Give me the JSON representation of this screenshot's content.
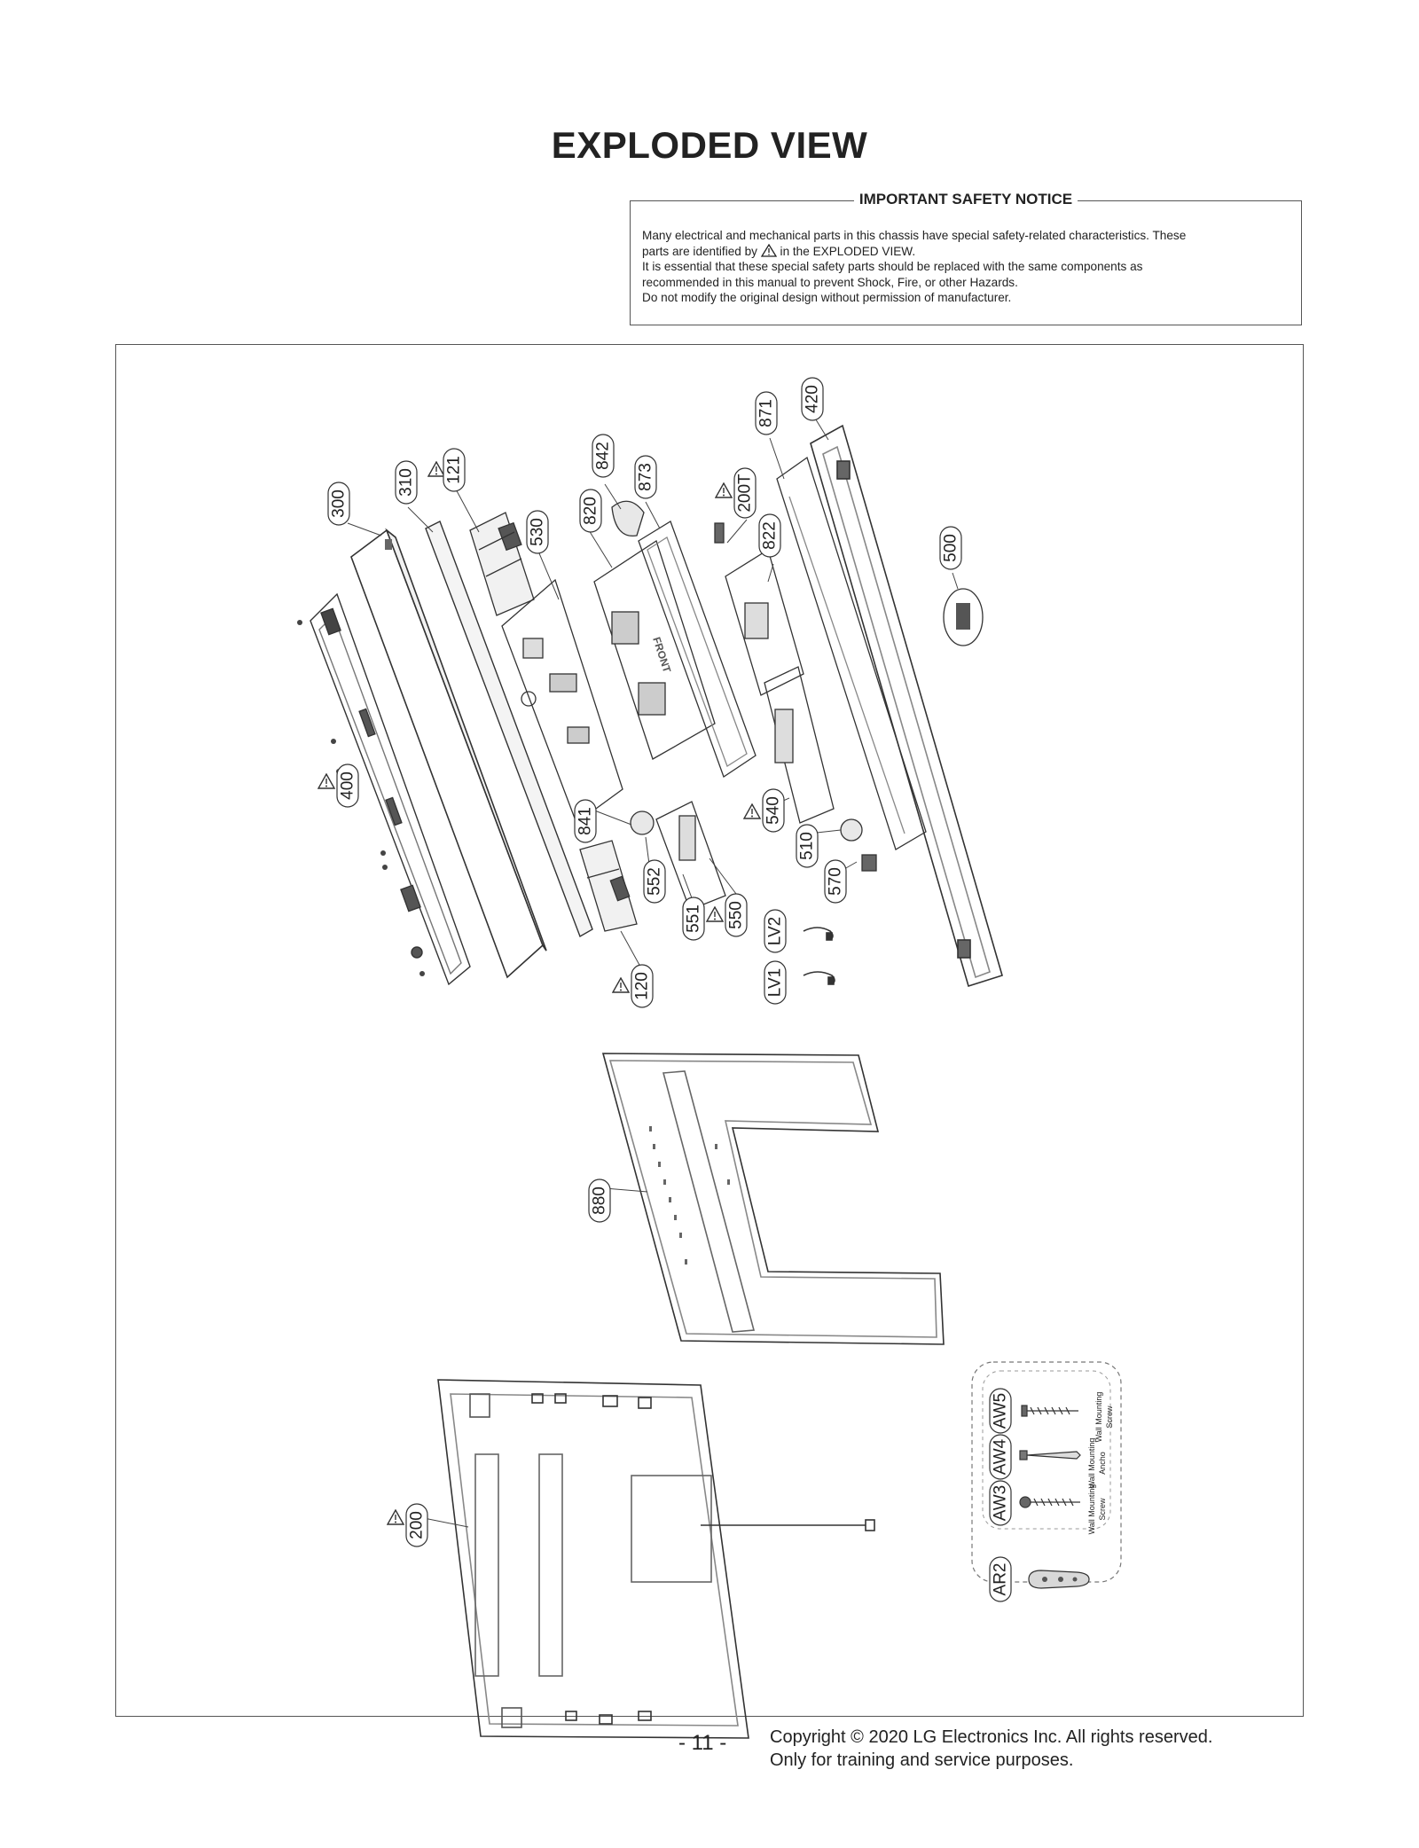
{
  "title": "EXPLODED VIEW",
  "notice": {
    "heading": "IMPORTANT SAFETY NOTICE",
    "line1": "Many electrical and mechanical parts in this chassis have special safety-related characteristics. These",
    "line2a": "parts are identified by",
    "line2b": "in the EXPLODED VIEW.",
    "line3": "It is essential that these special safety parts should be replaced with the same components as",
    "line4": "recommended in this manual to prevent Shock, Fire, or other Hazards.",
    "line5": "Do not modify the original design without permission of manufacturer."
  },
  "callouts": {
    "c300": "300",
    "c310": "310",
    "c121": "121",
    "c530": "530",
    "c820": "820",
    "c842": "842",
    "c873": "873",
    "c200T": "200T",
    "c822": "822",
    "c871": "871",
    "c420": "420",
    "c500": "500",
    "c400": "400",
    "c841": "841",
    "c552": "552",
    "c551": "551",
    "c550": "550",
    "c540": "540",
    "c510": "510",
    "c570": "570",
    "cLV2": "LV2",
    "cLV1": "LV1",
    "c120": "120",
    "c880": "880",
    "c200": "200",
    "cAW5": "AW5",
    "cAW4": "AW4",
    "cAW3": "AW3",
    "cAR2": "AR2"
  },
  "accessory_labels": {
    "aw5_l1": "Wall Mounting",
    "aw5_l2": "Screw",
    "aw4_l1": "Wall Mounting",
    "aw4_l2": "Ancho",
    "aw3_l1": "Wall Mounting",
    "aw3_l2": "Screw"
  },
  "footer": {
    "page": "- 11 -",
    "copyright": "Copyright © 2020 LG Electronics Inc. All rights reserved.",
    "purpose": "Only for training and service purposes."
  }
}
